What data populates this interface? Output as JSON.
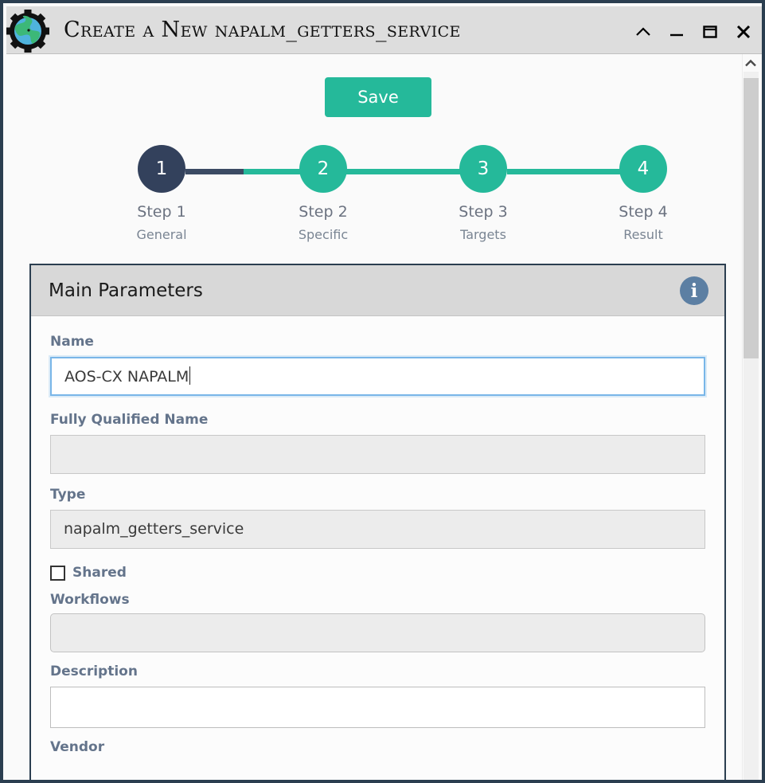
{
  "window": {
    "title": "Create a New napalm_getters_service",
    "app_icon": "globe-gear-icon",
    "controls": [
      {
        "name": "rollup-button",
        "glyph": "⌃"
      },
      {
        "name": "minimize-button",
        "glyph": "—"
      },
      {
        "name": "maximize-button",
        "glyph": "□"
      },
      {
        "name": "close-button",
        "glyph": "✕"
      }
    ]
  },
  "toolbar": {
    "save_label": "Save"
  },
  "stepper": {
    "steps": [
      {
        "number": "1",
        "title": "Step 1",
        "subtitle": "General",
        "state": "active"
      },
      {
        "number": "2",
        "title": "Step 2",
        "subtitle": "Specific",
        "state": "done"
      },
      {
        "number": "3",
        "title": "Step 3",
        "subtitle": "Targets",
        "state": "done"
      },
      {
        "number": "4",
        "title": "Step 4",
        "subtitle": "Result",
        "state": "done"
      }
    ]
  },
  "panel": {
    "title": "Main Parameters",
    "info_tooltip_icon": "info-icon",
    "fields": {
      "name": {
        "label": "Name",
        "value": "AOS-CX NAPALM",
        "placeholder": ""
      },
      "fully_qualified_name": {
        "label": "Fully Qualified Name",
        "value": "",
        "placeholder": ""
      },
      "type": {
        "label": "Type",
        "value": "napalm_getters_service"
      },
      "shared": {
        "label": "Shared",
        "checked": false
      },
      "workflows": {
        "label": "Workflows",
        "value": "",
        "placeholder": ""
      },
      "description": {
        "label": "Description",
        "value": "",
        "placeholder": ""
      },
      "vendor": {
        "label": "Vendor"
      }
    }
  },
  "colors": {
    "accent_teal": "#25b99a",
    "active_navy": "#33415c",
    "label_slate": "#64748b",
    "window_border": "#2b3e50",
    "info_blue": "#5c7fa3"
  }
}
